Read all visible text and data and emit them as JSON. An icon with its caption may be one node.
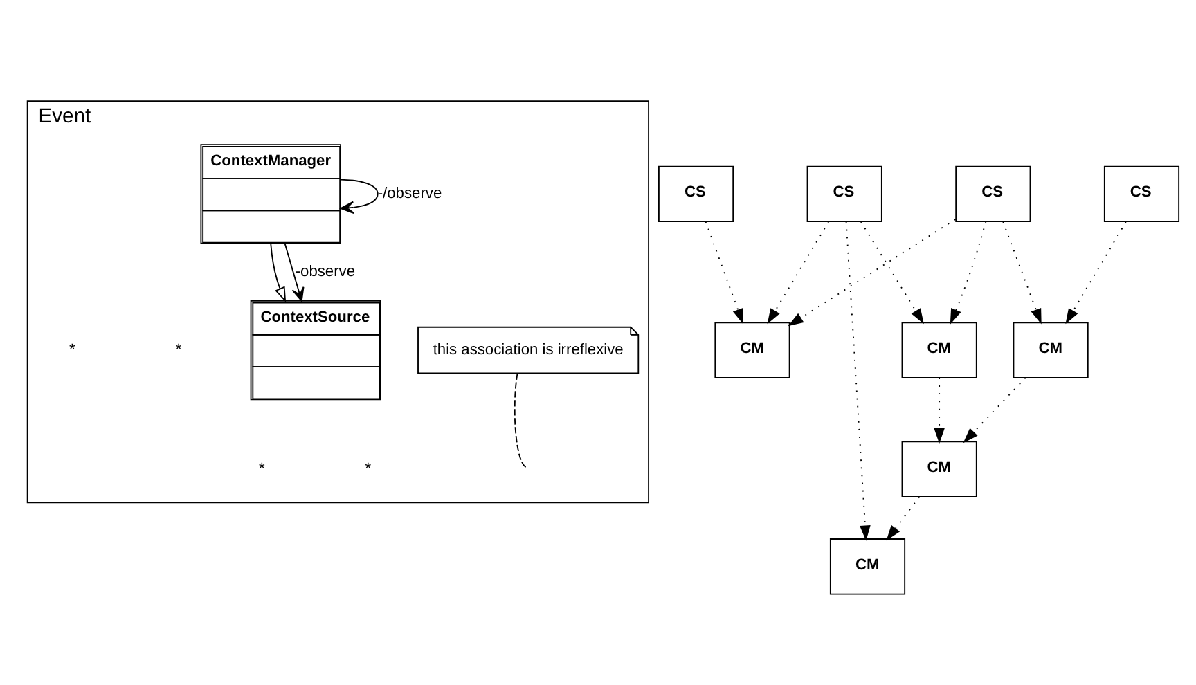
{
  "diagram": {
    "nodes": [
      {
        "text": [
          "Event"
        ]
      },
      {
        "text": [
          "ContextSource"
        ],
        "in": 0
      },
      {
        "text": [
          "ContextManager"
        ],
        "in": 0
      },
      {
        "text": [
          "this association is irreflexive"
        ],
        "in": 0
      },
      {
        "text": [
          "CS"
        ]
      },
      {
        "text": [
          "CS"
        ]
      },
      {
        "text": [
          "CS"
        ]
      },
      {
        "text": [
          "CS"
        ]
      },
      {
        "text": [
          "CM"
        ]
      },
      {
        "text": [
          "CM"
        ]
      },
      {
        "text": [
          "CM"
        ]
      },
      {
        "text": [
          "CM"
        ]
      },
      {
        "text": [
          "CM"
        ]
      }
    ],
    "edges": [
      {
        "from": 2,
        "to": 1,
        "arrow": "to"
      },
      {
        "from": 2,
        "to": 1,
        "arrow": "to",
        "label": "-observe"
      },
      {
        "from": 2,
        "to": 2,
        "arrow": "to",
        "label": "-/observe"
      },
      {
        "from": 3,
        "to": null,
        "arrow": "none",
        "style": "dashed"
      },
      {
        "from": 4,
        "to": 8,
        "arrow": "to",
        "style": "dashed"
      },
      {
        "from": 5,
        "to": 8,
        "arrow": "to",
        "style": "dashed"
      },
      {
        "from": 5,
        "to": 9,
        "arrow": "to",
        "style": "dashed"
      },
      {
        "from": 5,
        "to": 12,
        "arrow": "to",
        "style": "dashed"
      },
      {
        "from": 6,
        "to": 8,
        "arrow": "to",
        "style": "dashed"
      },
      {
        "from": 6,
        "to": 9,
        "arrow": "to",
        "style": "dashed"
      },
      {
        "from": 6,
        "to": 10,
        "arrow": "to",
        "style": "dashed"
      },
      {
        "from": 7,
        "to": 10,
        "arrow": "to",
        "style": "dashed"
      },
      {
        "from": 9,
        "to": 11,
        "arrow": "to",
        "style": "dashed"
      },
      {
        "from": 10,
        "to": 11,
        "arrow": "to",
        "style": "dashed"
      },
      {
        "from": 11,
        "to": 12,
        "arrow": "to",
        "style": "dashed"
      }
    ],
    "labels": [
      "*",
      "*",
      "*",
      "*"
    ]
  }
}
